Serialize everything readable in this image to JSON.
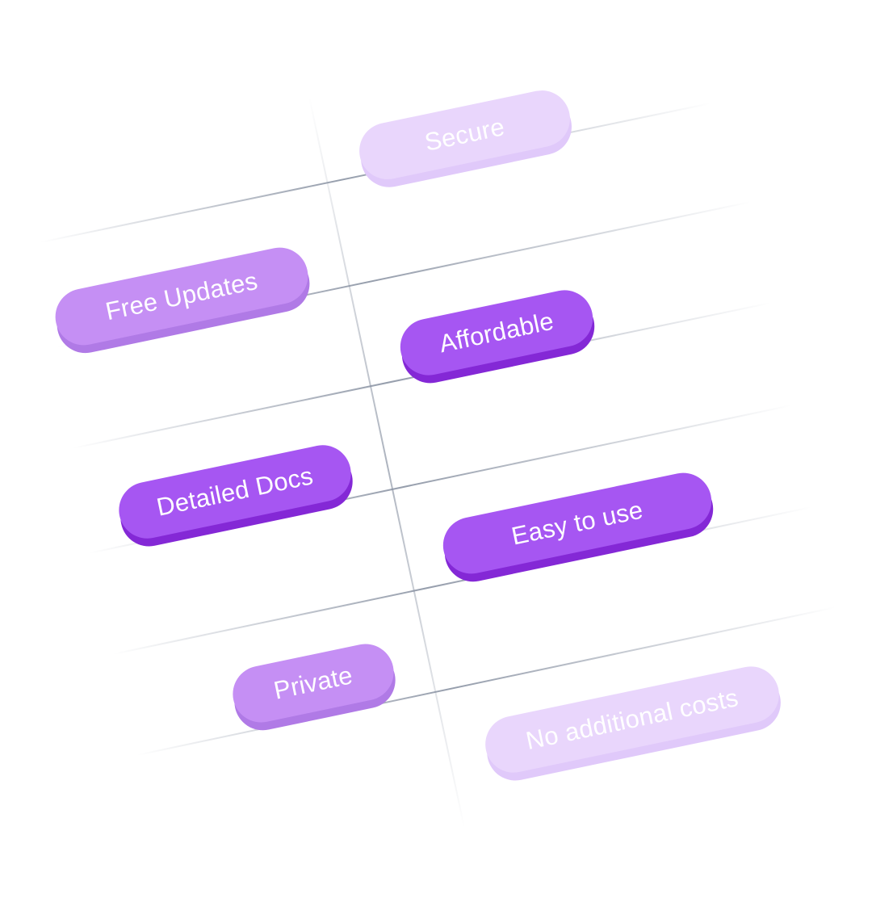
{
  "tags": [
    {
      "id": "secure",
      "label": "Secure",
      "style": "faded"
    },
    {
      "id": "free-updates",
      "label": "Free Updates",
      "style": "mid"
    },
    {
      "id": "affordable",
      "label": "Affordable",
      "style": "strong"
    },
    {
      "id": "detailed-docs",
      "label": "Detailed Docs",
      "style": "strong"
    },
    {
      "id": "easy-to-use",
      "label": "Easy to use",
      "style": "strong"
    },
    {
      "id": "private",
      "label": "Private",
      "style": "mid"
    },
    {
      "id": "no-additional-costs",
      "label": "No additional costs",
      "style": "faded"
    }
  ],
  "colors": {
    "faded": "#e9d6fc",
    "mid": "#c58ff4",
    "strong": "#a656f2",
    "strong_shadow": "#8428d6",
    "grid_line": "#8a93a3"
  }
}
